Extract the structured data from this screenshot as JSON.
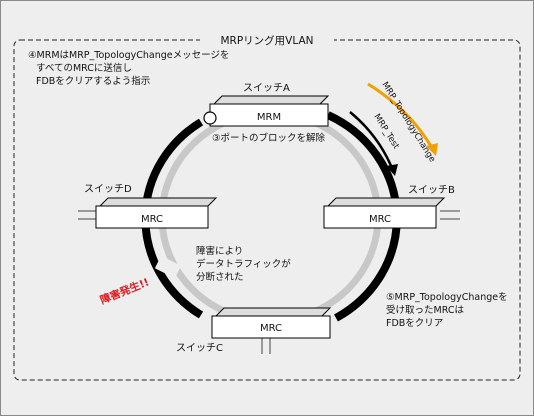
{
  "diagram": {
    "title": "MRPリング用VLAN",
    "note_top_left": [
      "④MRMはMRP_TopologyChangeメッセージを",
      "すべてのMRCに送信し",
      "FDBをクリアするよう指示"
    ],
    "note_port_block": "③ポートのブロックを解除",
    "note_traffic": [
      "障害により",
      "データトラフィックが",
      "分断された"
    ],
    "note_right": [
      "⑤MRP_TopologyChangeを",
      "受け取ったMRCは",
      "FDBをクリア"
    ],
    "fault_label": "障害発生!!",
    "arrow_topology_change": "MRP_TopologyChange",
    "arrow_test": "MRP_Test",
    "switches": {
      "a": {
        "label": "スイッチA",
        "box": "MRM"
      },
      "b": {
        "label": "スイッチB",
        "box": "MRC"
      },
      "c": {
        "label": "スイッチC",
        "box": "MRC"
      },
      "d": {
        "label": "スイッチD",
        "box": "MRC"
      }
    },
    "colors": {
      "background": "#eeeeee",
      "ring_black": "#000000",
      "ring_gray": "#c8c8c8",
      "arrow_orange": "#f0a000",
      "fault_red": "#e0191f"
    }
  }
}
